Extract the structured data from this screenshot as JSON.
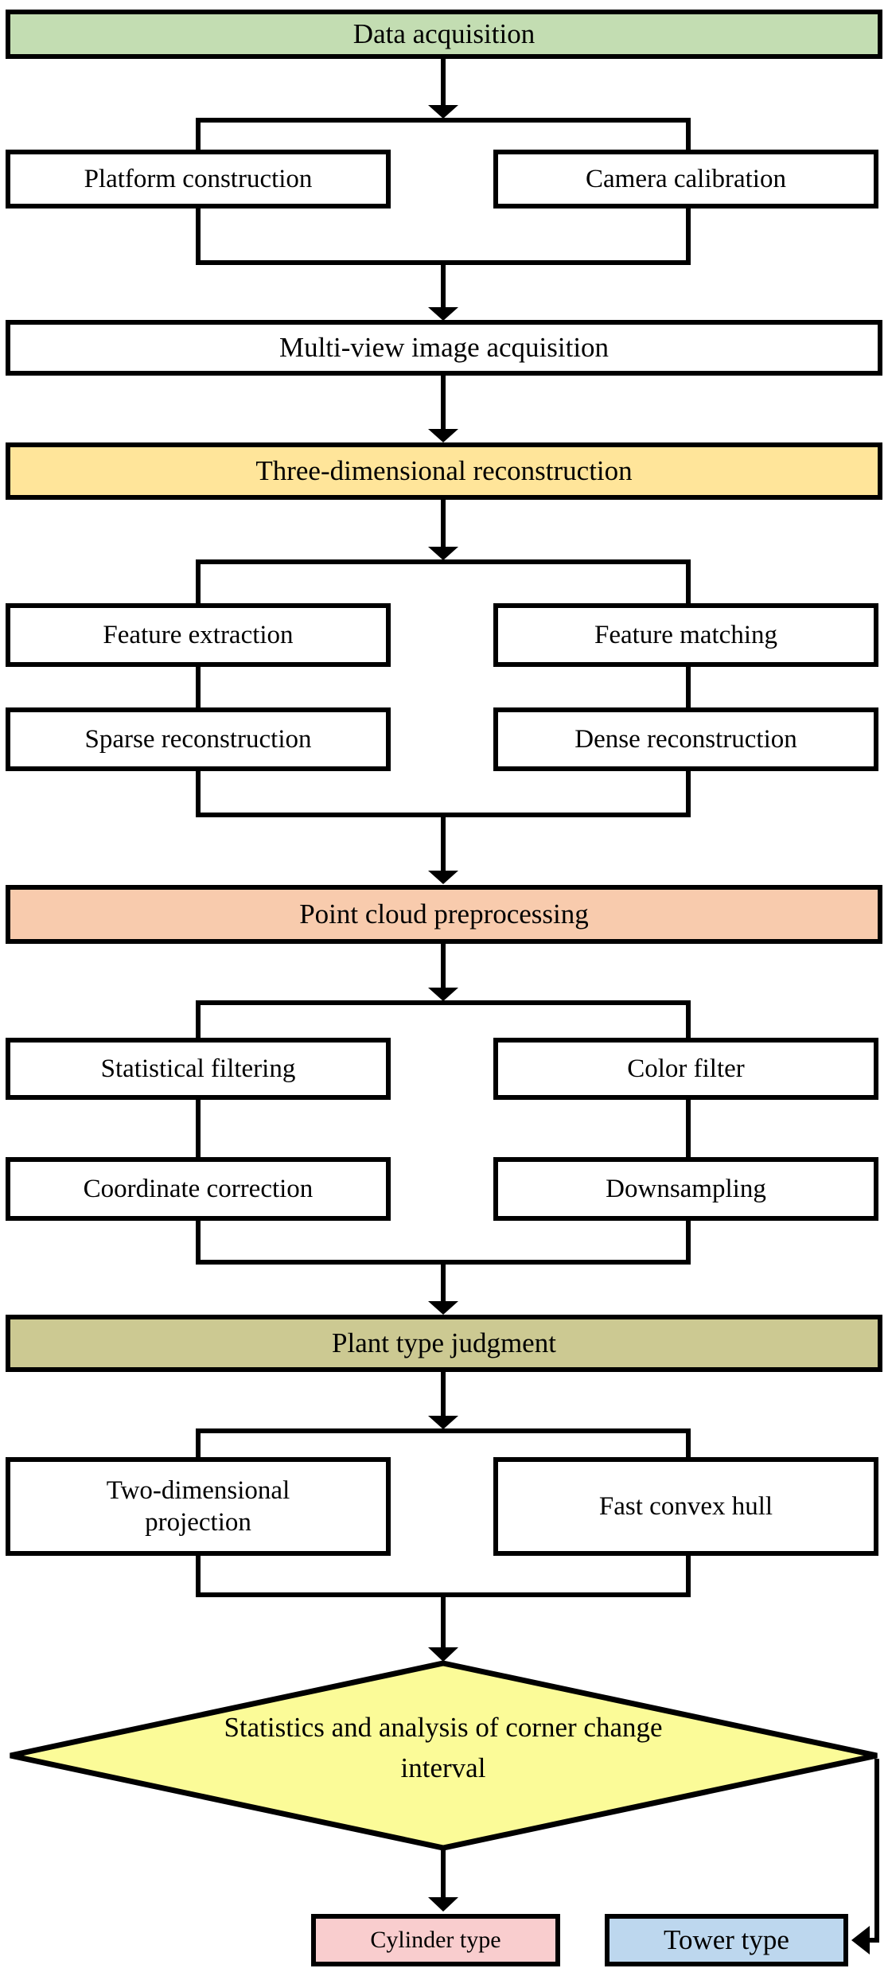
{
  "figure": {
    "type": "flowchart",
    "description_domain": "plant 3D reconstruction pipeline"
  },
  "colors": {
    "band_green": "#c3ddb2",
    "band_yellow": "#ffe59a",
    "band_peach": "#f8cbad",
    "band_olive": "#ccc992",
    "diamond_yellow": "#fbfb98",
    "box_white": "#ffffff",
    "result_pink": "#f9cdce",
    "result_blue": "#bdd7ee",
    "line_black": "#000000"
  },
  "nodes": {
    "data_acquisition": {
      "label": "Data acquisition"
    },
    "platform_construction": {
      "label": "Platform construction"
    },
    "camera_calibration": {
      "label": "Camera calibration"
    },
    "multi_view_image_acquisition": {
      "label": "Multi-view image acquisition"
    },
    "three_dimensional_reconstruction": {
      "label": "Three-dimensional reconstruction"
    },
    "feature_extraction": {
      "label": "Feature extraction"
    },
    "feature_matching": {
      "label": "Feature matching"
    },
    "sparse_reconstruction": {
      "label": "Sparse reconstruction"
    },
    "dense_reconstruction": {
      "label": "Dense reconstruction"
    },
    "point_cloud_preprocessing": {
      "label": "Point cloud preprocessing"
    },
    "statistical_filtering": {
      "label": "Statistical filtering"
    },
    "color_filter": {
      "label": "Color filter"
    },
    "coordinate_correction": {
      "label": "Coordinate correction"
    },
    "downsampling": {
      "label": "Downsampling"
    },
    "plant_type_judgment": {
      "label": "Plant type judgment"
    },
    "two_dimensional_projection": {
      "label": "Two-dimensional projection"
    },
    "fast_convex_hull": {
      "label": "Fast convex hull"
    },
    "decision_corner_interval": {
      "label": "Statistics and analysis of corner change interval"
    },
    "cylinder_type": {
      "label": "Cylinder type"
    },
    "tower_type": {
      "label": "Tower type"
    }
  }
}
